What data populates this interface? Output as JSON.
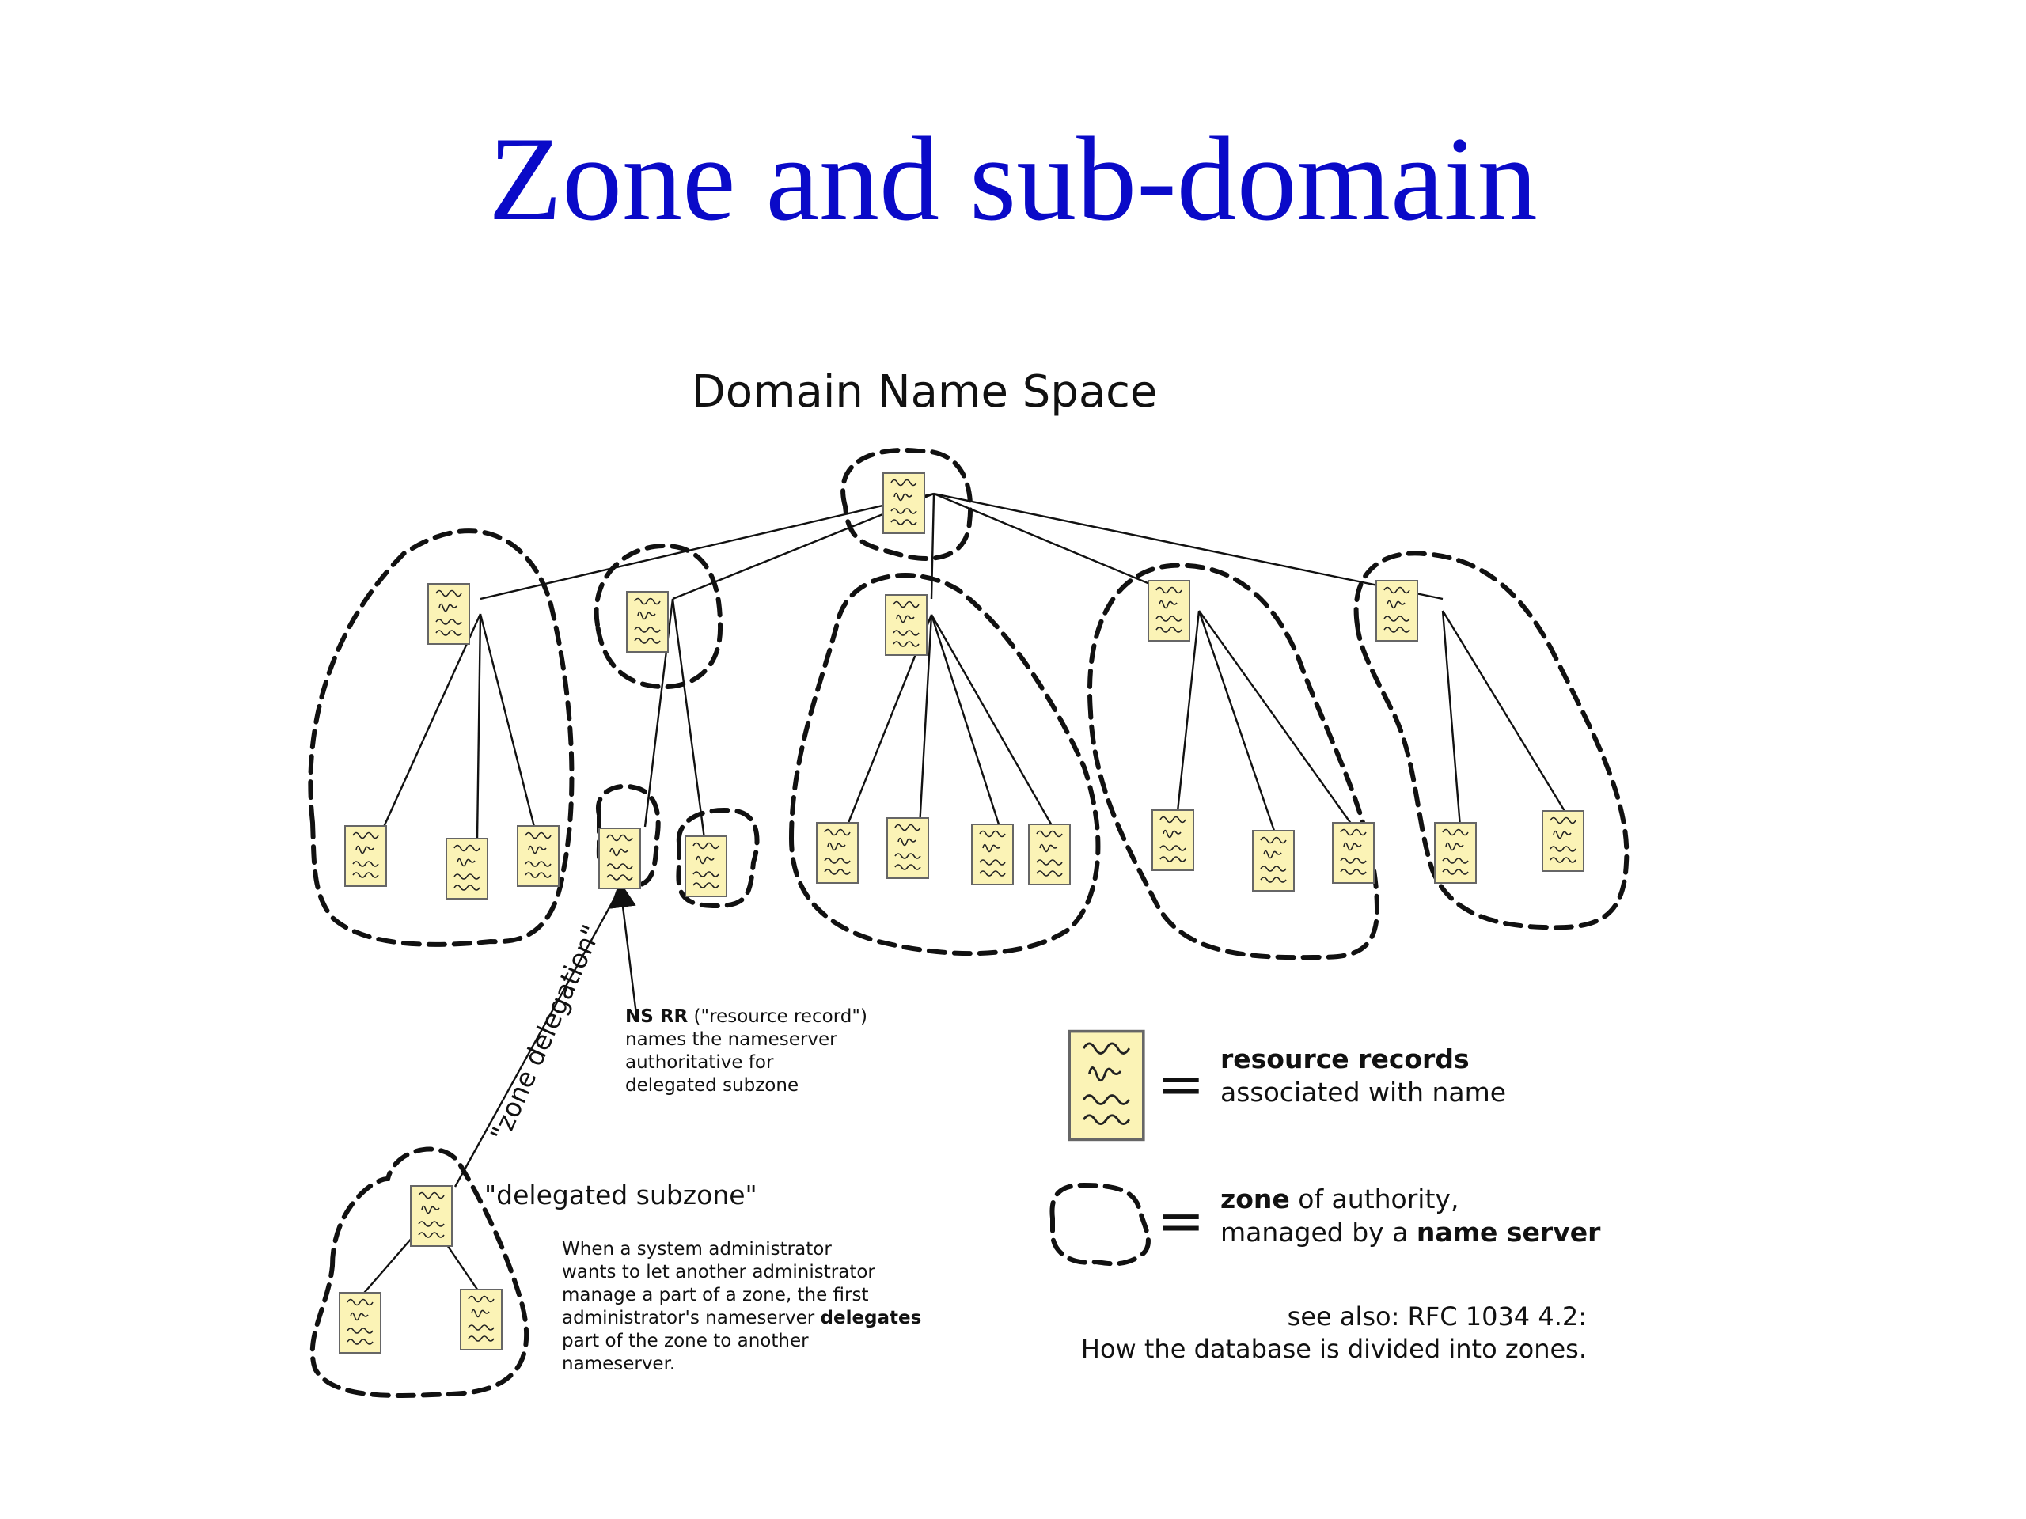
{
  "slide": {
    "title": "Zone and sub-domain"
  },
  "diagram": {
    "title": "Domain Name Space",
    "zone_delegation_label": "\"zone delegation\"",
    "ns_rr_note": {
      "line1_bold": "NS RR",
      "line1_rest": " (\"resource record\")",
      "line2": "names the nameserver",
      "line3": "authoritative for",
      "line4": "delegated subzone"
    },
    "delegated_subzone_label": "\"delegated subzone\"",
    "admin_note": {
      "line1": "When a system administrator",
      "line2": "wants to let another administrator",
      "line3": "manage a part of a zone, the first",
      "line4_start": "administrator's nameserver ",
      "line4_bold": "delegates",
      "line5": "part of the zone to another",
      "line6": "nameserver."
    },
    "legend": {
      "rr_bold": "resource records",
      "rr_rest": "associated with name",
      "zone_bold": "zone",
      "zone_rest": " of authority,",
      "managed_start": "managed by a ",
      "managed_bold": "name server",
      "equals": "="
    },
    "see_also": {
      "line1": "see also: RFC 1034 4.2:",
      "line2": "How the database is divided into zones."
    }
  }
}
